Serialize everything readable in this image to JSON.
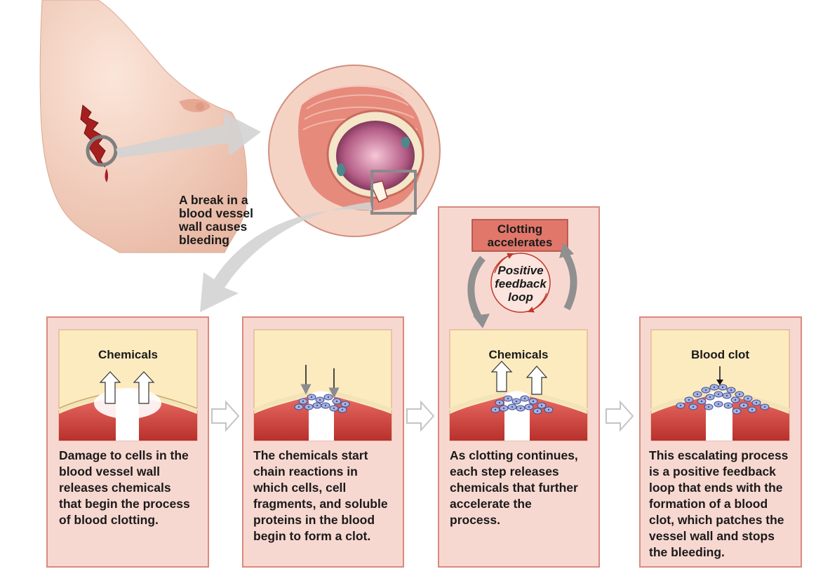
{
  "intro": {
    "caption": "A break in a\nblood vessel\nwall causes\nbleeding"
  },
  "steps": [
    {
      "inner_label": "Chemicals",
      "text": "Damage to cells in the\nblood vessel wall\nreleases chemicals\nthat begin the process\nof blood clotting."
    },
    {
      "inner_label": "",
      "text": "The chemicals start\nchain reactions in\nwhich cells, cell\nfragments, and soluble\nproteins in the blood\nbegin to form a clot."
    },
    {
      "inner_label": "Chemicals",
      "text": "As clotting continues,\neach step releases\nchemicals that further\naccelerate the\nprocess."
    },
    {
      "inner_label": "Blood clot",
      "text": "This escalating process\nis a positive feedback\nloop that ends with the\nformation of a blood\nclot, which patches the\nvessel wall and stops\nthe bleeding."
    }
  ],
  "feedback": {
    "box_label": "Clotting\naccelerates",
    "loop_label": "Positive\nfeedback\nloop"
  },
  "colors": {
    "panel_bg": "#f7d8d1",
    "panel_border": "#d98a7c",
    "inner_bg": "#fdebc0",
    "vessel_red": "#d9534f",
    "box_fill": "#e0776a",
    "skin": "#f4d3c2"
  }
}
